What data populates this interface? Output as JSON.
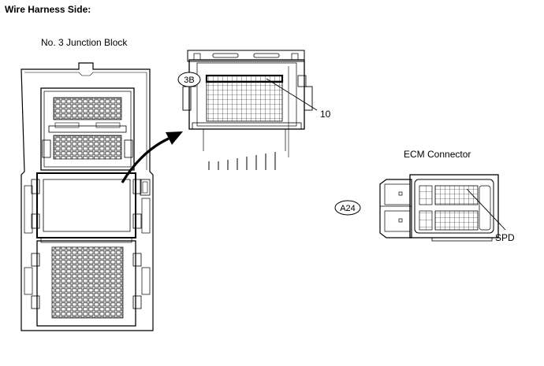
{
  "title": "Wire Harness Side:",
  "junction_block": {
    "label": "No. 3 Junction Block"
  },
  "connector_3b": {
    "code": "3B",
    "pin": "10"
  },
  "ecm": {
    "label": "ECM Connector",
    "code": "A24",
    "pin_label": "SPD"
  }
}
